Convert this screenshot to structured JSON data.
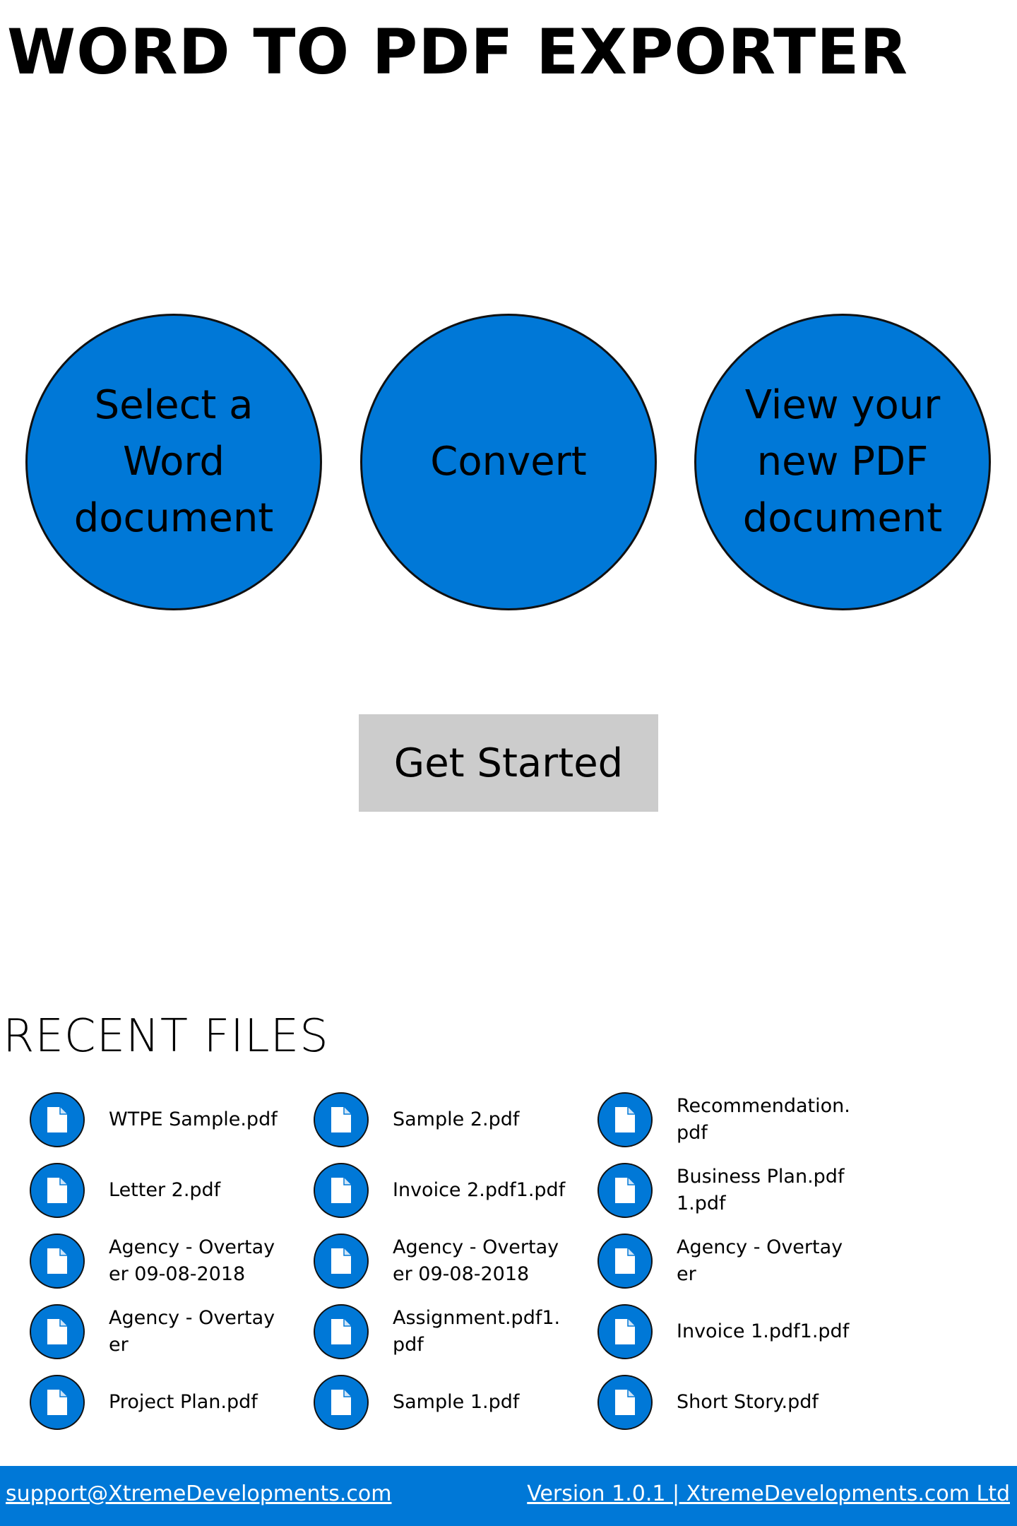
{
  "app": {
    "title": "WORD TO PDF EXPORTER"
  },
  "steps": [
    {
      "label": "Select a Word document"
    },
    {
      "label": "Convert"
    },
    {
      "label": "View your new PDF document"
    }
  ],
  "actions": {
    "get_started_label": "Get Started"
  },
  "recent": {
    "heading": "RECENT FILES",
    "files": [
      {
        "name": "WTPE Sample.pdf",
        "icon": "document-icon"
      },
      {
        "name": "Sample 2.pdf",
        "icon": "document-icon"
      },
      {
        "name": "Recommendation.pdf",
        "icon": "document-icon"
      },
      {
        "name": "Letter 2.pdf",
        "icon": "document-icon"
      },
      {
        "name": "Invoice 2.pdf1.pdf",
        "icon": "document-icon"
      },
      {
        "name": "Business Plan.pdf1.pdf",
        "icon": "document-icon"
      },
      {
        "name": "Agency - Overtayer 09-08-2018",
        "icon": "document-icon"
      },
      {
        "name": "Agency - Overtayer 09-08-2018",
        "icon": "document-icon"
      },
      {
        "name": "Agency - Overtayer",
        "icon": "document-icon"
      },
      {
        "name": "Agency - Overtayer",
        "icon": "document-icon"
      },
      {
        "name": "Assignment.pdf1.pdf",
        "icon": "document-icon"
      },
      {
        "name": "Invoice 1.pdf1.pdf",
        "icon": "document-icon"
      },
      {
        "name": "Project Plan.pdf",
        "icon": "document-icon"
      },
      {
        "name": "Sample 1.pdf",
        "icon": "document-icon"
      },
      {
        "name": "Short Story.pdf",
        "icon": "document-icon"
      }
    ]
  },
  "footer": {
    "support_email": "support@XtremeDevelopments.com",
    "version_text": "Version 1.0.1 | XtremeDevelopments.com Ltd"
  },
  "colors": {
    "accent": "#0078d7",
    "button_bg": "#cccccc",
    "background": "#ffffff"
  }
}
